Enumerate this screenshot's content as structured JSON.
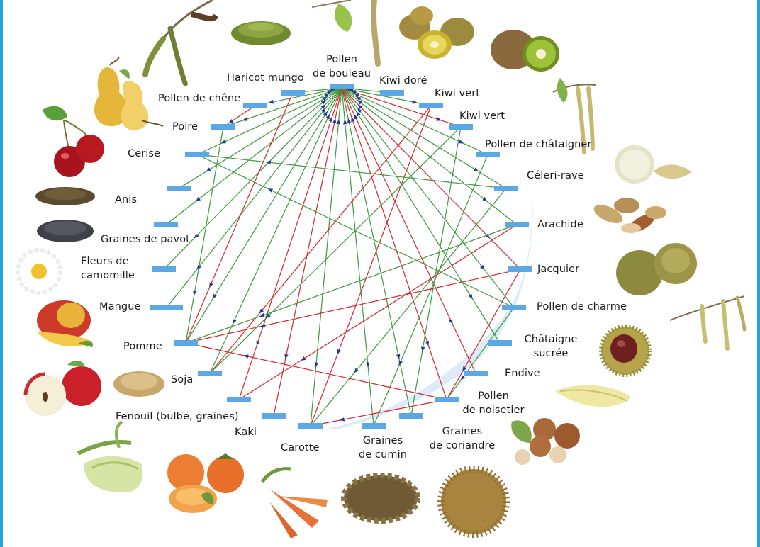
{
  "colors": {
    "bar": "#5aa9e6",
    "cross_reaction": "#d6262b",
    "co_sensitization": "#3d9a3d",
    "arrow": "#253b8f",
    "band": "#dcebf7",
    "frame": "#29a3dc"
  },
  "nodes": {
    "pollen_bouleau": "Pollen\nde bouleau",
    "kiwi_dore": "Kiwi doré",
    "kiwi_vert_1": "Kiwi vert",
    "kiwi_vert_2": "Kiwi vert",
    "pollen_chataigner": "Pollen de châtaigner",
    "celeri_rave": "Céleri-rave",
    "arachide": "Arachide",
    "jacquier": "Jacquier",
    "pollen_charme": "Pollen de charme",
    "chataigne": "Châtaigne\nsucrée",
    "endive": "Endive",
    "pollen_noisetier": "Pollen\nde noisetier",
    "coriandre": "Graines\nde coriandre",
    "cumin": "Graines\nde cumin",
    "carotte": "Carotte",
    "kaki": "Kaki",
    "fenouil": "Fenouil (bulbe, graines)",
    "soja": "Soja",
    "pomme": "Pomme",
    "mangue": "Mangue",
    "camomille": "Fleurs de\ncamomille",
    "pavot": "Graines de pavot",
    "anis": "Anis",
    "cerise": "Cerise",
    "poire": "Poire",
    "pollen_chene": "Pollen de chêne",
    "haricot": "Haricot mungo"
  },
  "images": [
    {
      "name": "alder-catkin-image",
      "icon": "catkin"
    },
    {
      "name": "mung-bean-image",
      "icon": "beans"
    },
    {
      "name": "birch-catkin-image",
      "icon": "catkin"
    },
    {
      "name": "golden-kiwi-image",
      "icon": "kiwi"
    },
    {
      "name": "green-kiwi-image",
      "icon": "kiwi"
    },
    {
      "name": "chestnut-catkin-image",
      "icon": "catkin"
    },
    {
      "name": "celeriac-image",
      "icon": "celeriac"
    },
    {
      "name": "peanut-image",
      "icon": "peanut"
    },
    {
      "name": "jackfruit-image",
      "icon": "jackfruit"
    },
    {
      "name": "hornbeam-catkin-image",
      "icon": "catkin"
    },
    {
      "name": "chestnut-image",
      "icon": "chestnut"
    },
    {
      "name": "endive-image",
      "icon": "endive"
    },
    {
      "name": "hazelnut-image",
      "icon": "hazelnut"
    },
    {
      "name": "coriander-image",
      "icon": "seeds"
    },
    {
      "name": "cumin-image",
      "icon": "seeds"
    },
    {
      "name": "carrot-image",
      "icon": "carrot"
    },
    {
      "name": "persimmon-image",
      "icon": "persimmon"
    },
    {
      "name": "fennel-image",
      "icon": "fennel"
    },
    {
      "name": "soy-image",
      "icon": "beans"
    },
    {
      "name": "apple-image",
      "icon": "apple"
    },
    {
      "name": "mango-image",
      "icon": "mango"
    },
    {
      "name": "chamomile-image",
      "icon": "flower"
    },
    {
      "name": "poppy-image",
      "icon": "seeds"
    },
    {
      "name": "anise-image",
      "icon": "seeds"
    },
    {
      "name": "cherry-image",
      "icon": "cherry"
    },
    {
      "name": "pear-image",
      "icon": "pear"
    }
  ]
}
